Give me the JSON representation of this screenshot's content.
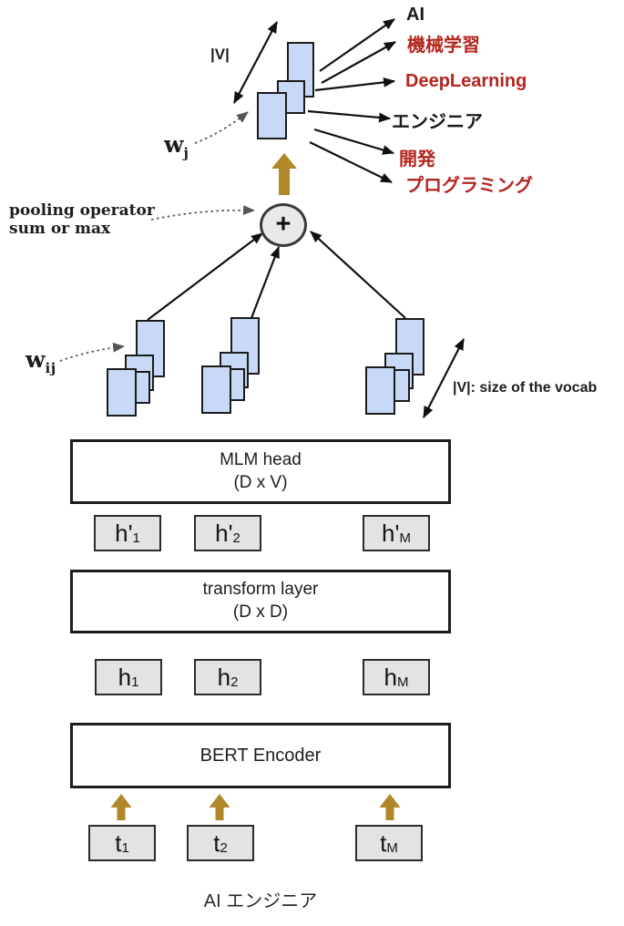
{
  "colors": {
    "accent_orange": "#B0882A",
    "red_label": "#B3261E",
    "stack_blue": "#C7D9F6",
    "box_gray": "#E3E3E3"
  },
  "predictions": [
    {
      "label": "AI",
      "red": false
    },
    {
      "label": "機械学習",
      "red": true
    },
    {
      "label": "DeepLearning",
      "red": true
    },
    {
      "label": "エンジニア",
      "red": false
    },
    {
      "label": "開発",
      "red": true
    },
    {
      "label": "プログラミング",
      "red": true
    }
  ],
  "weights": {
    "wj_base": "w",
    "wj_sub": "j",
    "wij_base": "w",
    "wij_sub": "ij"
  },
  "vocab": {
    "v_label": "|V|",
    "v_size_label": "|V|: size of the vocab"
  },
  "pooling": {
    "label_line1": "pooling operator",
    "label_line2": "sum or max",
    "symbol": "+"
  },
  "layers": {
    "mlm_head": {
      "line1": "MLM head",
      "line2": "(D x V)"
    },
    "transform": {
      "line1": "transform layer",
      "line2": "(D x D)"
    },
    "bert": {
      "label": "BERT Encoder"
    }
  },
  "hidden_prime": [
    {
      "base": "h'",
      "sub": "1"
    },
    {
      "base": "h'",
      "sub": "2"
    },
    {
      "base": "h'",
      "sub": "M"
    }
  ],
  "hidden": [
    {
      "base": "h",
      "sub": "1"
    },
    {
      "base": "h",
      "sub": "2"
    },
    {
      "base": "h",
      "sub": "M"
    }
  ],
  "tokens": [
    {
      "base": "t",
      "sub": "1"
    },
    {
      "base": "t",
      "sub": "2"
    },
    {
      "base": "t",
      "sub": "M"
    }
  ],
  "caption": "AI  エンジニア"
}
